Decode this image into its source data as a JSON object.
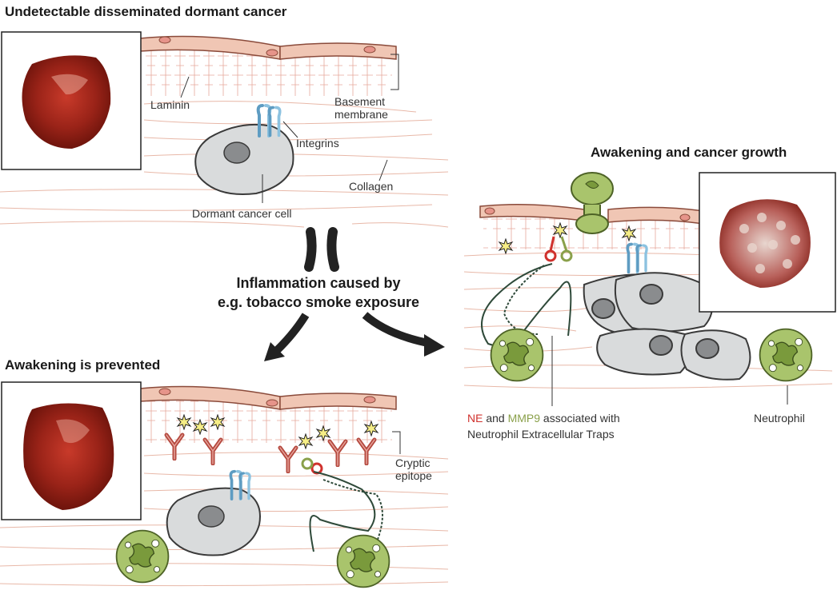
{
  "headings": {
    "top_left": "Undetectable disseminated dormant cancer",
    "right": "Awakening and cancer growth",
    "bottom_left": "Awakening is prevented"
  },
  "center": {
    "line1": "Inflammation caused by",
    "line2": "e.g. tobacco smoke exposure"
  },
  "labels": {
    "laminin": "Laminin",
    "basement_line1": "Basement",
    "basement_line2": "membrane",
    "integrins": "Integrins",
    "collagen": "Collagen",
    "dormant_cell": "Dormant cancer cell",
    "cryptic_line1": "Cryptic",
    "cryptic_line2": "epitope",
    "ne": "NE",
    "and": " and ",
    "mmp9": "MMP9",
    "assoc": " associated with",
    "net": "Neutrophil Extracellular Traps",
    "neutrophil": "Neutrophil"
  },
  "colors": {
    "ne": "#d0312d",
    "mmp9": "#8aa04a",
    "membrane": "#f0c6b4",
    "collagen": "#e8b8a8",
    "cell": "#d9dbdc",
    "neutrophil": "#a9c46c",
    "integrin": "#7fb6d6",
    "antibody": "#c75a4e"
  }
}
